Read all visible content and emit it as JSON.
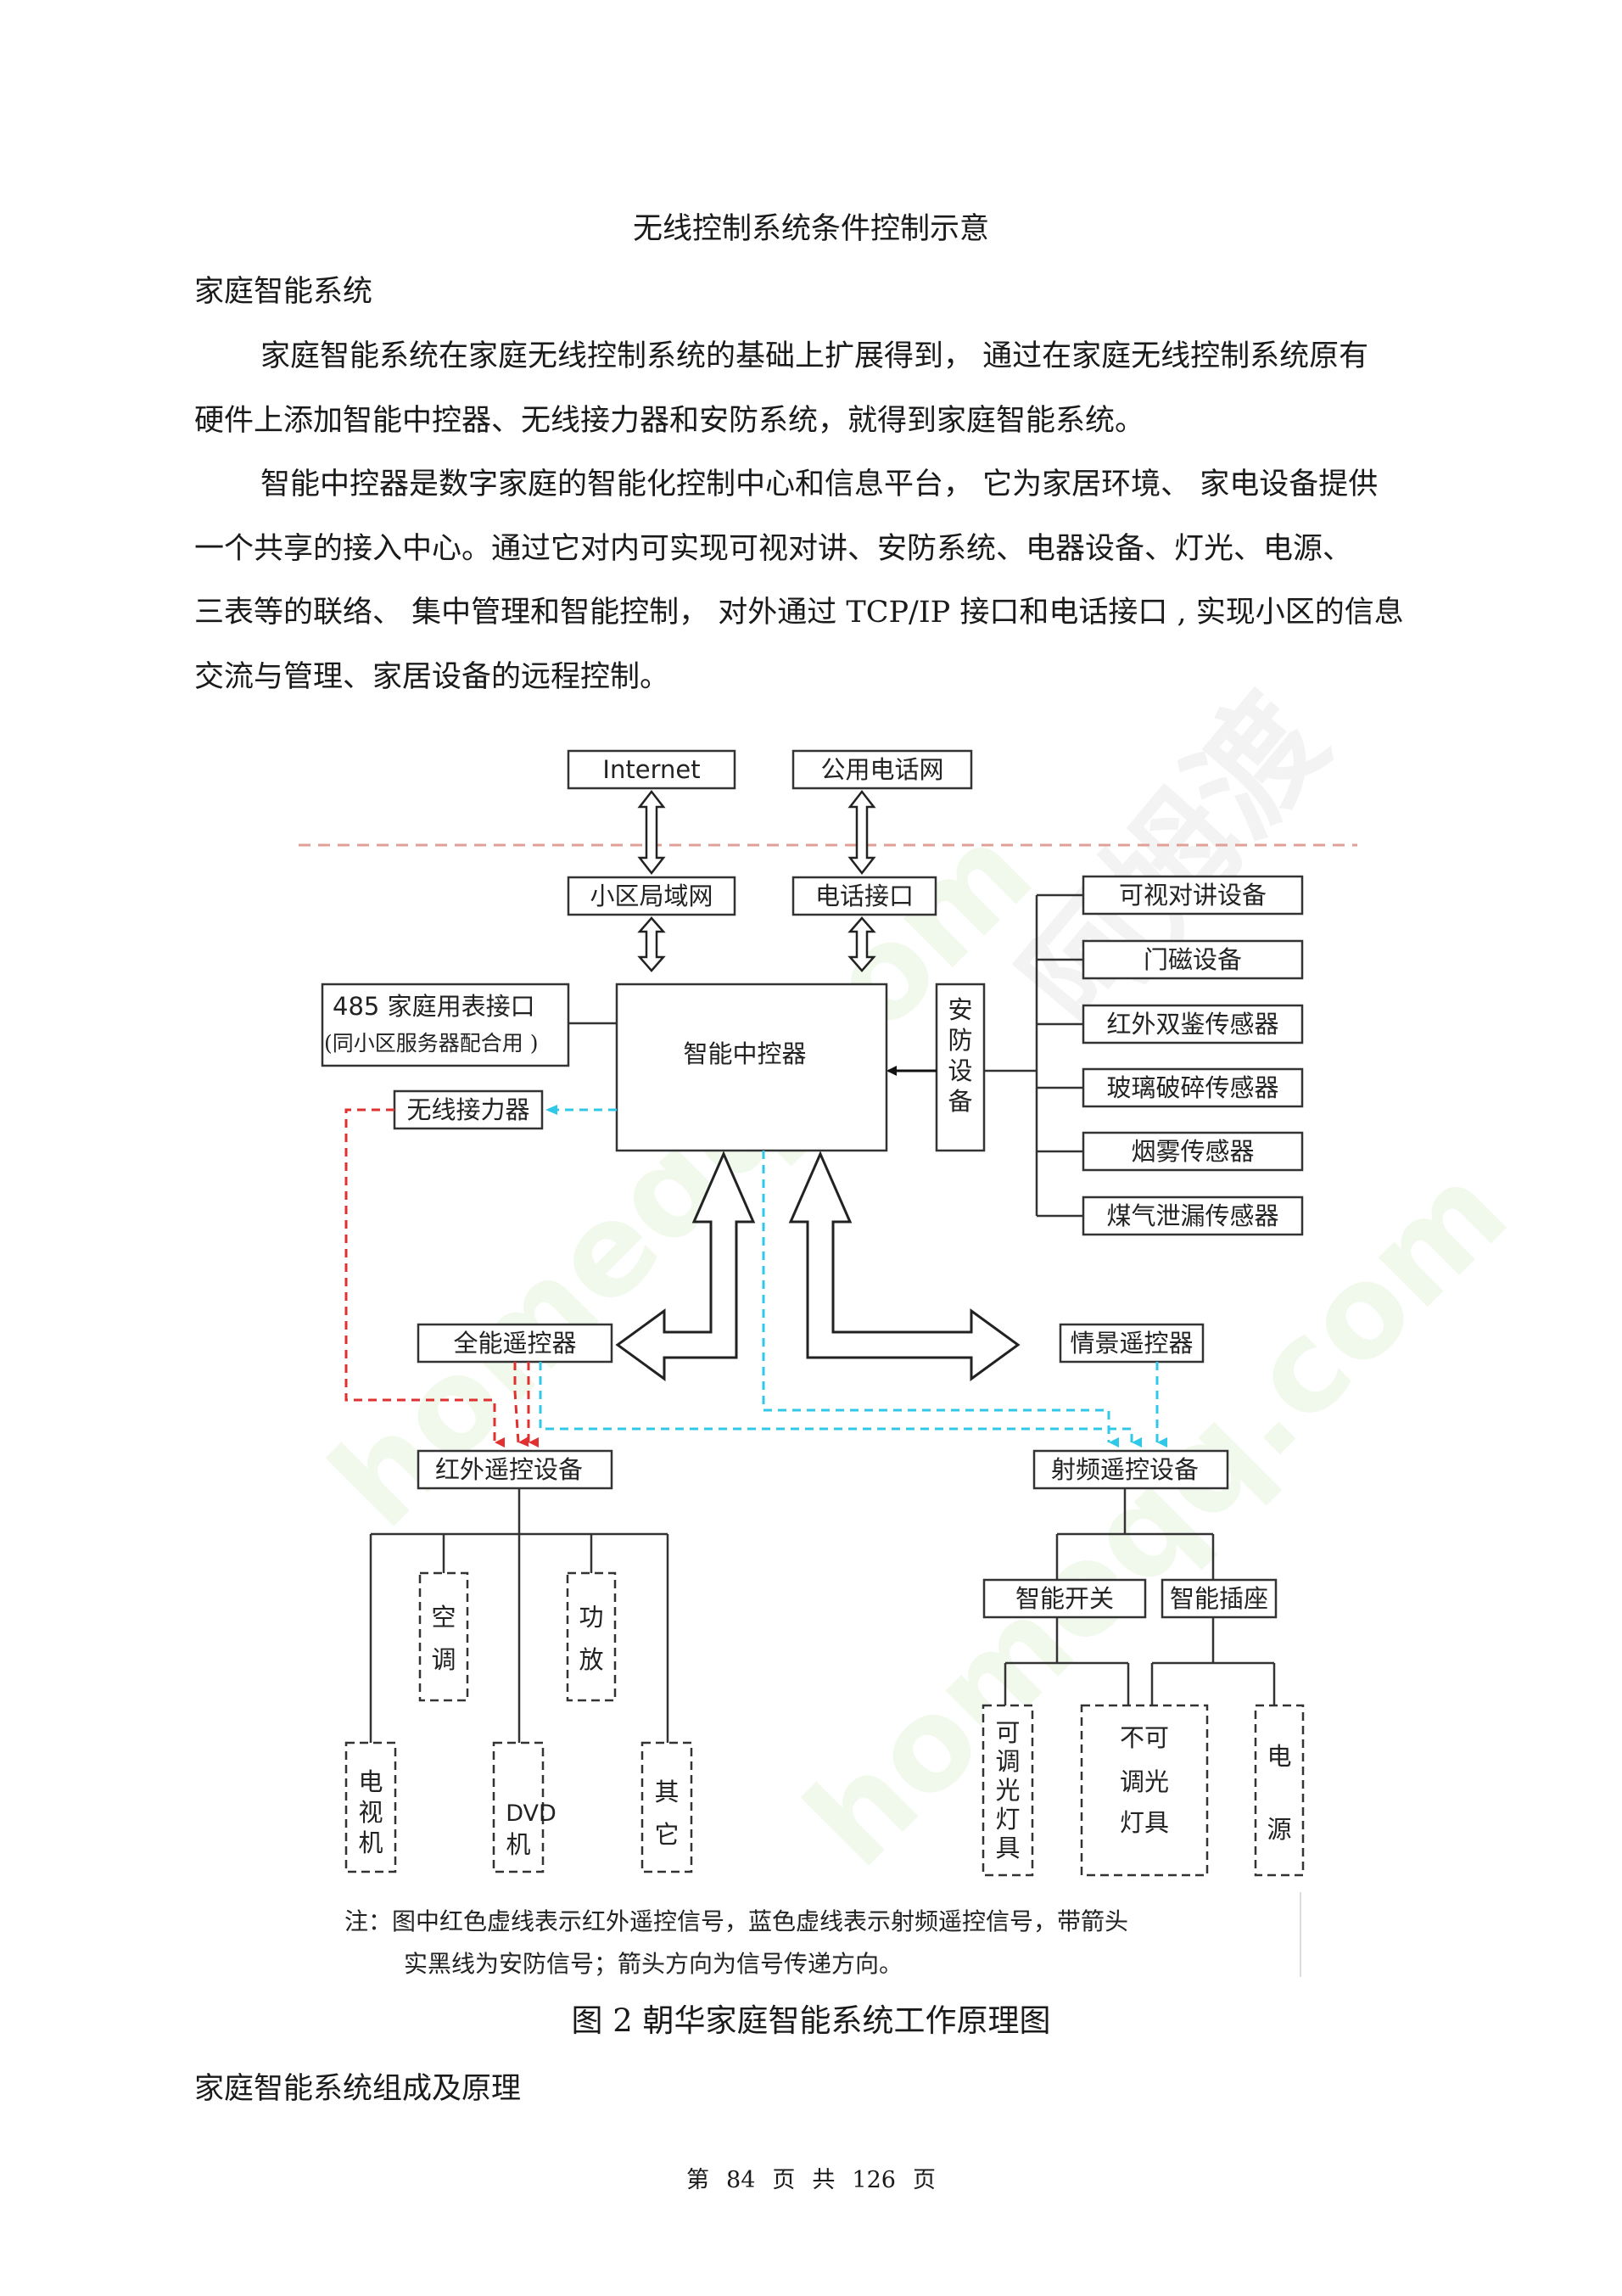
{
  "header": {
    "caption": "无线控制系统条件控制示意"
  },
  "section1": {
    "heading": "家庭智能系统",
    "lines": [
      "家庭智能系统在家庭无线控制系统的基础上扩展得到，    通过在家庭无线控制系统原有",
      "硬件上添加智能中控器、无线接力器和安防系统，就得到家庭智能系统。",
      "智能中控器是数字家庭的智能化控制中心和信息平台，    它为家居环境、 家电设备提供",
      "一个共享的接入中心。通过它对内可实现可视对讲、安防系统、电器设备、灯光、电源、",
      "三表等的联络、 集中管理和智能控制，  对外通过  TCP/IP 接口和电话接口 , 实现小区的信息",
      "交流与管理、家居设备的远程控制。"
    ]
  },
  "diagram": {
    "internet": "Internet",
    "phone_net": "公用电话网",
    "lan": "小区局域网",
    "phone_if": "电话接口",
    "meter_if_l1": "485 家庭用表接口",
    "meter_if_l2": "(同小区服务器配合用   )",
    "controller": "智能中控器",
    "security": [
      "安",
      "防",
      "设",
      "备"
    ],
    "sensors": [
      "可视对讲设备",
      "门磁设备",
      "红外双鉴传感器",
      "玻璃破碎传感器",
      "烟雾传感器",
      "煤气泄漏传感器"
    ],
    "relay": "无线接力器",
    "universal_remote": "全能遥控器",
    "scene_remote": "情景遥控器",
    "ir_devices": "红外遥控设备",
    "rf_devices": "射频遥控设备",
    "ir_aircon": [
      "空",
      "调"
    ],
    "ir_amp": [
      "功",
      "放"
    ],
    "ir_tv": [
      "电",
      "视",
      "机"
    ],
    "ir_dvd": [
      "DVD",
      "机"
    ],
    "ir_other": [
      "其",
      "它"
    ],
    "smart_switch": "智能开关",
    "smart_socket": "智能插座",
    "dimmable": [
      "可",
      "调",
      "光",
      "灯",
      "具"
    ],
    "nondim": [
      "不可",
      "调光",
      "灯具"
    ],
    "power": [
      "电",
      "源"
    ],
    "note_l1": "注：图中红色虚线表示红外遥控信号，蓝色虚线表示射频遥控信号，带箭头",
    "note_l2": "实黑线为安防信号；箭头方向为信号传递方向。",
    "colors": {
      "ir": "#e03030",
      "rf": "#30c8e8",
      "sep": "#e8a8a0"
    }
  },
  "figure": {
    "caption": "图 2 朝华家庭智能系统工作原理图"
  },
  "section2": {
    "heading": "家庭智能系统组成及原理"
  },
  "footer": {
    "w1": "第",
    "num": "84",
    "w2": "页",
    "w3": "共",
    "total": "126",
    "w4": "页"
  },
  "watermarks": [
    "homeqq.com",
    "阿姆渡"
  ]
}
